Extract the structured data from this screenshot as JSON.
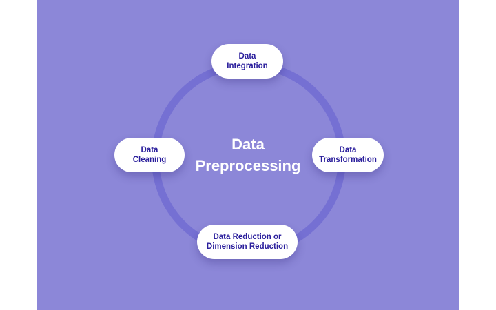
{
  "diagram": {
    "center": {
      "line1": "Data",
      "line2": "Preprocessing"
    },
    "nodes": {
      "top": {
        "line1": "Data",
        "line2": "Integration"
      },
      "right": {
        "line1": "Data",
        "line2": "Transformation"
      },
      "bottom": {
        "line1": "Data Reduction or",
        "line2": "Dimension Reduction"
      },
      "left": {
        "line1": "Data",
        "line2": "Cleaning"
      }
    }
  },
  "colors": {
    "background": "#8c87d8",
    "ring": "#7570d3",
    "node_fill": "#ffffff",
    "node_text": "#2a1e9c",
    "center_text": "#ffffff"
  }
}
